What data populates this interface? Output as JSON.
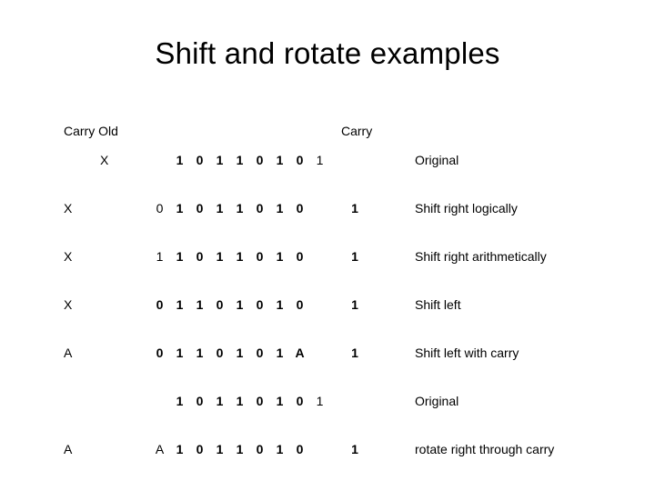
{
  "slide": {
    "title": "Shift and rotate examples",
    "headers": {
      "carry_old": "Carry Old",
      "carry": "Carry"
    },
    "bit_slot_width": 22,
    "rows": [
      {
        "carry_old": "X",
        "carry_old_indent": true,
        "bit_offset": 1,
        "bits": [
          "1",
          "0",
          "1",
          "1",
          "0",
          "1",
          "0",
          "1"
        ],
        "bit_weights": [
          "bold",
          "bold",
          "bold",
          "bold",
          "bold",
          "bold",
          "bold",
          "light"
        ],
        "carry": "",
        "description": "Original"
      },
      {
        "carry_old": "X",
        "carry_old_indent": false,
        "bit_offset": 0,
        "bits": [
          "0",
          "1",
          "0",
          "1",
          "1",
          "0",
          "1",
          "0"
        ],
        "bit_weights": [
          "light",
          "bold",
          "bold",
          "bold",
          "bold",
          "bold",
          "bold",
          "bold"
        ],
        "carry": "1",
        "description": "Shift right logically"
      },
      {
        "carry_old": "X",
        "carry_old_indent": false,
        "bit_offset": 0,
        "bits": [
          "1",
          "1",
          "0",
          "1",
          "1",
          "0",
          "1",
          "0"
        ],
        "bit_weights": [
          "light",
          "bold",
          "bold",
          "bold",
          "bold",
          "bold",
          "bold",
          "bold"
        ],
        "carry": "1",
        "description": "Shift right arithmetically"
      },
      {
        "carry_old": "X",
        "carry_old_indent": false,
        "bit_offset": 0,
        "bits": [
          "0",
          "1",
          "1",
          "0",
          "1",
          "0",
          "1",
          "0"
        ],
        "bit_weights": [
          "bold",
          "bold",
          "bold",
          "bold",
          "bold",
          "bold",
          "bold",
          "bold"
        ],
        "carry": "1",
        "description": "Shift left"
      },
      {
        "carry_old": "A",
        "carry_old_indent": false,
        "bit_offset": 0,
        "bits": [
          "0",
          "1",
          "1",
          "0",
          "1",
          "0",
          "1",
          "A"
        ],
        "bit_weights": [
          "bold",
          "bold",
          "bold",
          "bold",
          "bold",
          "bold",
          "bold",
          "bold"
        ],
        "carry": "1",
        "description": "Shift left with carry"
      },
      {
        "carry_old": "",
        "carry_old_indent": false,
        "bit_offset": 1,
        "bits": [
          "1",
          "0",
          "1",
          "1",
          "0",
          "1",
          "0",
          "1"
        ],
        "bit_weights": [
          "bold",
          "bold",
          "bold",
          "bold",
          "bold",
          "bold",
          "bold",
          "light"
        ],
        "carry": "",
        "description": "Original"
      },
      {
        "carry_old": "A",
        "carry_old_indent": false,
        "bit_offset": 0,
        "bits": [
          "A",
          "1",
          "0",
          "1",
          "1",
          "0",
          "1",
          "0"
        ],
        "bit_weights": [
          "light",
          "bold",
          "bold",
          "bold",
          "bold",
          "bold",
          "bold",
          "bold"
        ],
        "carry": "1",
        "description": "rotate right through carry"
      }
    ]
  }
}
